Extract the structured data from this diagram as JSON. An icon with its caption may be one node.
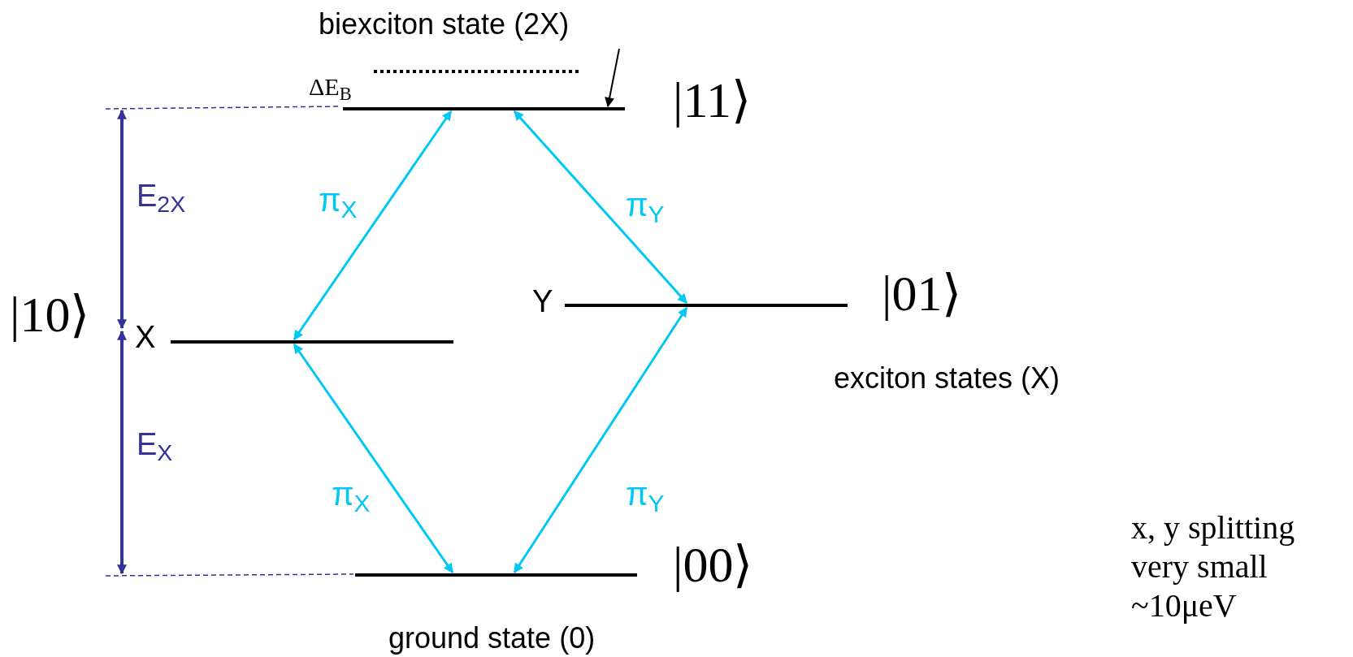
{
  "diagram": {
    "nodes": [
      {
        "text": [],
        "shape": "bar",
        "beside": [
          "|11⟩"
        ]
      },
      {
        "text": [
          "biexciton state (2X)"
        ]
      },
      {
        "text": [],
        "shape": "bar",
        "beside": [
          "X",
          "|10⟩"
        ]
      },
      {
        "text": [],
        "shape": "bar",
        "beside": [
          "Y",
          "|01⟩"
        ]
      },
      {
        "text": [],
        "shape": "bar",
        "beside": [
          "|00⟩",
          "ground state (0)"
        ]
      }
    ],
    "edges": [
      {
        "from": 1,
        "to": 0,
        "arrow": "to",
        "color": "#000000"
      },
      {
        "from": 0,
        "to": 2,
        "arrow": "both",
        "label": "π$_{X}$"
      },
      {
        "from": 0,
        "to": 3,
        "arrow": "both",
        "label": "π$_{Y}$"
      },
      {
        "from": 2,
        "to": 4,
        "arrow": "both",
        "label": "π$_{X}$"
      },
      {
        "from": 3,
        "to": 4,
        "arrow": "both",
        "label": "π$_{Y}$"
      }
    ],
    "labels": [
      "ΔE$_{B}$",
      "E$_{2X}$",
      "E$_{X}$",
      "exciton states (X)",
      "x, y splitting very small ~10μeV"
    ]
  }
}
